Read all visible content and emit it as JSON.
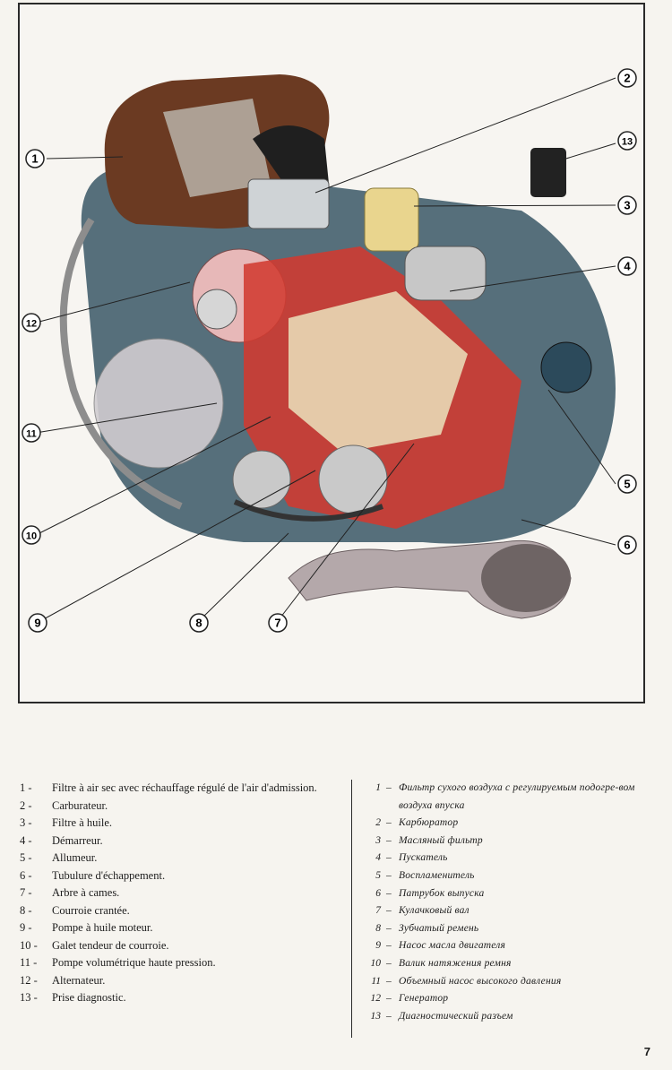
{
  "figure": {
    "callouts": [
      "1",
      "2",
      "3",
      "4",
      "5",
      "6",
      "7",
      "8",
      "9",
      "10",
      "11",
      "12",
      "13"
    ]
  },
  "legend_fr": [
    {
      "num": "1 -",
      "text": "Filtre à air sec avec réchauffage régulé de l'air d'admission."
    },
    {
      "num": "2 -",
      "text": "Carburateur."
    },
    {
      "num": "3 -",
      "text": "Filtre à huile."
    },
    {
      "num": "4 -",
      "text": "Démarreur."
    },
    {
      "num": "5 -",
      "text": "Allumeur."
    },
    {
      "num": "6 -",
      "text": "Tubulure d'échappement."
    },
    {
      "num": "7 -",
      "text": "Arbre à cames."
    },
    {
      "num": "8 -",
      "text": "Courroie crantée."
    },
    {
      "num": "9 -",
      "text": "Pompe à huile moteur."
    },
    {
      "num": "10 -",
      "text": "Galet tendeur de courroie."
    },
    {
      "num": "11 -",
      "text": "Pompe volumétrique haute pression."
    },
    {
      "num": "12 -",
      "text": "Alternateur."
    },
    {
      "num": "13 -",
      "text": "Prise diagnostic."
    }
  ],
  "legend_ru": [
    {
      "num": "1",
      "text": "Фильтр сухого воздуха с регулируемым подогре-вом воздуха впуска"
    },
    {
      "num": "2",
      "text": "Карбюратор"
    },
    {
      "num": "3",
      "text": "Масляный фильтр"
    },
    {
      "num": "4",
      "text": "Пускатель"
    },
    {
      "num": "5",
      "text": "Воспламенитель"
    },
    {
      "num": "6",
      "text": "Патрубок выпуска"
    },
    {
      "num": "7",
      "text": "Кулачковый вал"
    },
    {
      "num": "8",
      "text": "Зубчатый ремень"
    },
    {
      "num": "9",
      "text": "Насос масла двигателя"
    },
    {
      "num": "10",
      "text": "Валик натяжения ремня"
    },
    {
      "num": "11",
      "text": "Объемный насос высокого давления"
    },
    {
      "num": "12",
      "text": "Генератор"
    },
    {
      "num": "13",
      "text": "Диагностический разъем"
    }
  ],
  "page_number": "7"
}
